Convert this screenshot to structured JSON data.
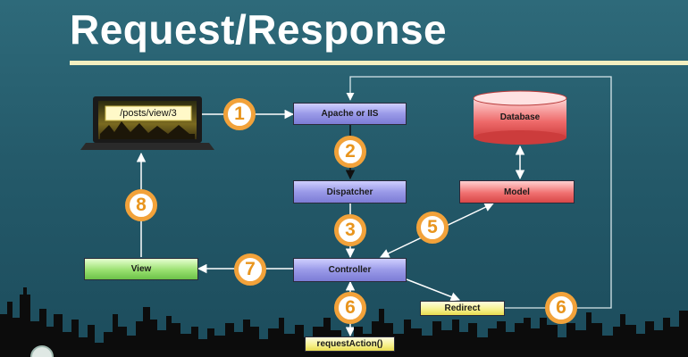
{
  "slide": {
    "title": "Request/Response"
  },
  "diagram": {
    "browser_url": "/posts/view/3",
    "boxes": {
      "apache": "Apache or IIS",
      "database": "Database",
      "dispatcher": "Dispatcher",
      "model": "Model",
      "controller": "Controller",
      "view": "View",
      "redirect": "Redirect",
      "request_action": "requestAction()"
    },
    "steps": {
      "s1": "1",
      "s2": "2",
      "s3": "3",
      "s5": "5",
      "s6a": "6",
      "s6b": "6",
      "s7": "7",
      "s8": "8"
    }
  },
  "colors": {
    "background": "#245a6a",
    "title_rule": "#f4efc0",
    "badge_ring": "#f2a23a",
    "badge_text": "#e8951e",
    "server_box": "#9a9ae8",
    "model_box": "#f07070",
    "view_box": "#9ae070",
    "redirect_box": "#f6f08a"
  },
  "icons": [
    "laptop-icon",
    "database-cylinder-icon",
    "city-skyline-graphic",
    "logo-icon"
  ]
}
